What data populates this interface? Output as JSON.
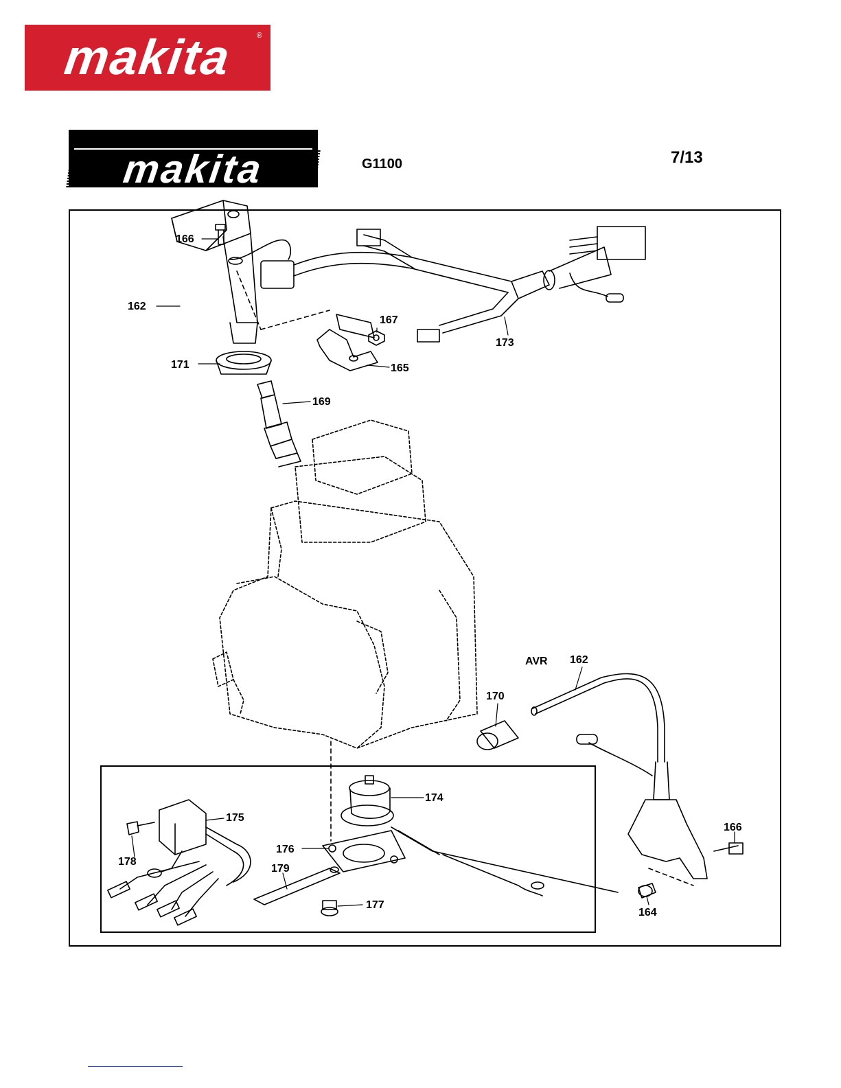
{
  "brand": {
    "logo_text": "makita",
    "registered_mark": "®"
  },
  "header": {
    "model": "G1100",
    "page": "7/13"
  },
  "colors": {
    "logo_red": "#d41f2f",
    "logo_black": "#000000",
    "link_blue": "#1a3fd0"
  },
  "labels": {
    "p166a": "166",
    "p162a": "162",
    "p167": "167",
    "p173": "173",
    "p165": "165",
    "p171": "171",
    "p169": "169",
    "avr": "AVR",
    "p162b": "162",
    "p170": "170",
    "p174": "174",
    "p175": "175",
    "p176": "176",
    "p178": "178",
    "p179": "179",
    "p177": "177",
    "p166b": "166",
    "p164": "164"
  }
}
